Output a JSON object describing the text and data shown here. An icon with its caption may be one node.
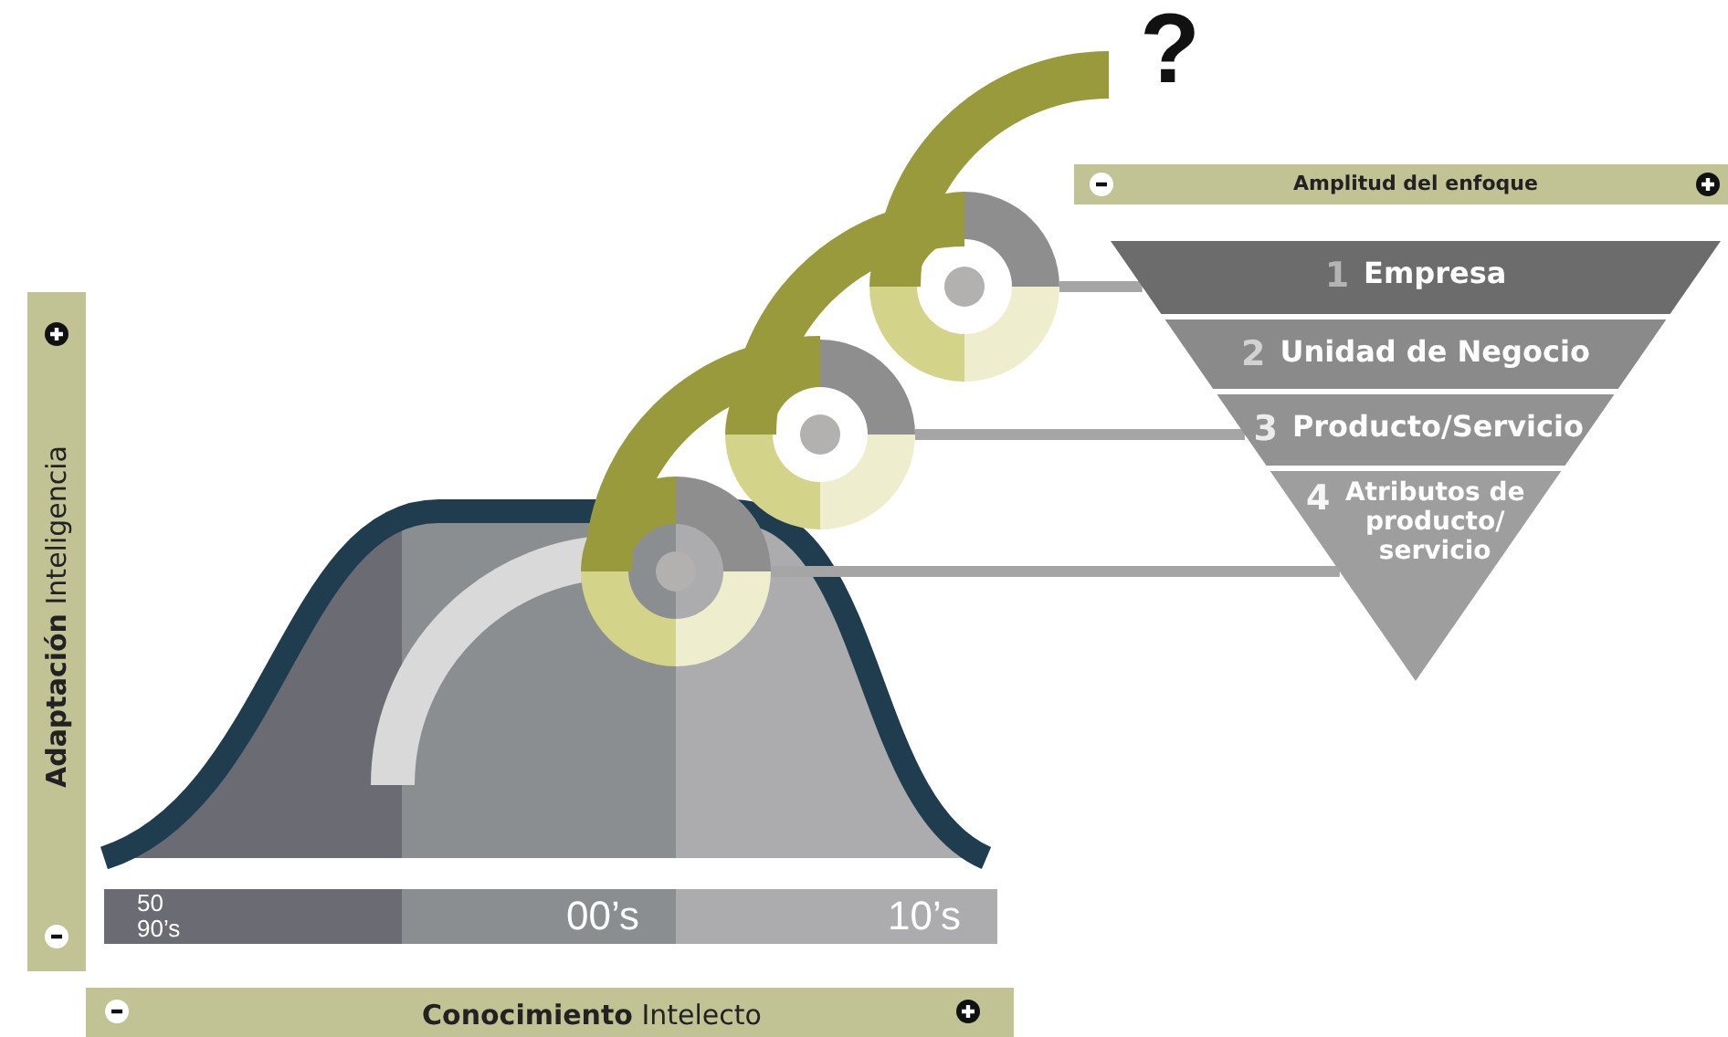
{
  "diagram": {
    "nodes": [
      {
        "text": [
          "1",
          "Empresa"
        ]
      },
      {
        "text": [
          "2",
          "Unidad de Negocio"
        ]
      },
      {
        "text": [
          "3",
          "Producto/Servicio"
        ]
      },
      {
        "text": [
          "4",
          "Atributos de producto/ servicio"
        ]
      },
      {
        "text": [],
        "shape": "circle"
      },
      {
        "text": [],
        "shape": "circle"
      },
      {
        "text": [],
        "shape": "circle"
      }
    ],
    "edges": [
      {
        "from": 6,
        "to": 0,
        "arrow": "none"
      },
      {
        "from": 5,
        "to": 2,
        "arrow": "none"
      },
      {
        "from": 4,
        "to": 3,
        "arrow": "none"
      }
    ],
    "labels": [
      "?",
      "Amplitud del enfoque",
      "**Adaptación** Inteligencia",
      "50 90’s",
      "00’s",
      "10’s",
      "**Conocimiento** Intelecto"
    ]
  }
}
